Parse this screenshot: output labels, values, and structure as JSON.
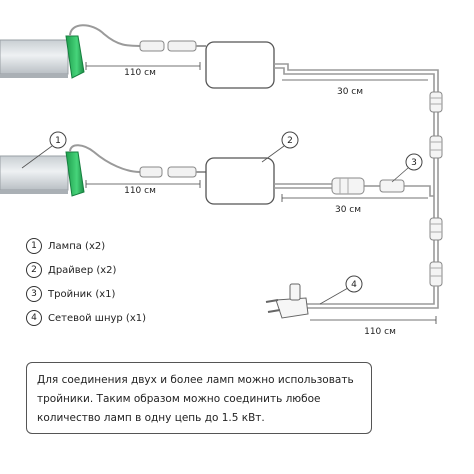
{
  "dimensions": {
    "lamp_driver_top": "110 см",
    "lamp_driver_middle": "110 см",
    "top_run": "30 см",
    "middle_run": "30 см",
    "power_cord": "110 см"
  },
  "callouts": [
    "1",
    "2",
    "3",
    "4"
  ],
  "legend": [
    {
      "num": "1",
      "label": "Лампа (x2)"
    },
    {
      "num": "2",
      "label": "Драйвер (x2)"
    },
    {
      "num": "3",
      "label": "Тройник (x1)"
    },
    {
      "num": "4",
      "label": "Сетевой шнур (x1)"
    }
  ],
  "note": {
    "line1": "Для соединения двух и более ламп можно использовать",
    "line2": "тройники. Таким образом можно соединить любое",
    "line3": "количество ламп в одну цепь до 1.5 кВт."
  },
  "colors": {
    "lamp_cap": "#2fbf63",
    "lamp_body": "#d8dcdf",
    "cable": "#9a9a9a",
    "outline": "#555555"
  }
}
